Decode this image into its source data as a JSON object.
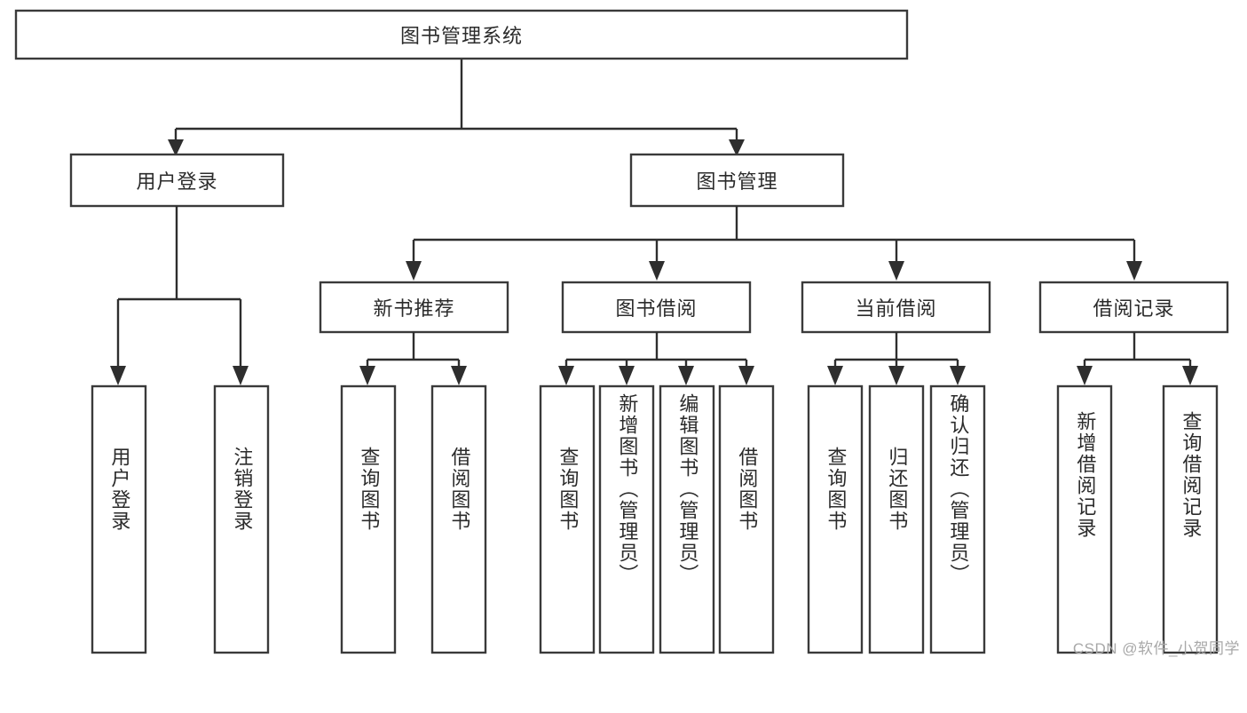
{
  "diagram": {
    "type": "tree-hierarchy",
    "orientation": "top-down",
    "root": {
      "id": "root",
      "label": "图书管理系统"
    },
    "level2": [
      {
        "id": "user-login",
        "label": "用户登录"
      },
      {
        "id": "book-management",
        "label": "图书管理"
      }
    ],
    "level3": [
      {
        "id": "new-book-recommend",
        "label": "新书推荐",
        "parent": "book-management"
      },
      {
        "id": "book-borrow",
        "label": "图书借阅",
        "parent": "book-management"
      },
      {
        "id": "current-borrow",
        "label": "当前借阅",
        "parent": "book-management"
      },
      {
        "id": "borrow-record",
        "label": "借阅记录",
        "parent": "book-management"
      }
    ],
    "leaves": [
      {
        "id": "leaf-user-login",
        "label": "用户登录",
        "parent": "user-login"
      },
      {
        "id": "leaf-logout",
        "label": "注销登录",
        "parent": "user-login"
      },
      {
        "id": "leaf-query-book-1",
        "label": "查询图书",
        "parent": "new-book-recommend"
      },
      {
        "id": "leaf-borrow-book-1",
        "label": "借阅图书",
        "parent": "new-book-recommend"
      },
      {
        "id": "leaf-query-book-2",
        "label": "查询图书",
        "parent": "book-borrow"
      },
      {
        "id": "leaf-add-book",
        "label": "新增图书（管理员）",
        "parent": "book-borrow"
      },
      {
        "id": "leaf-edit-book",
        "label": "编辑图书（管理员）",
        "parent": "book-borrow"
      },
      {
        "id": "leaf-borrow-book-2",
        "label": "借阅图书",
        "parent": "book-borrow"
      },
      {
        "id": "leaf-query-book-3",
        "label": "查询图书",
        "parent": "current-borrow"
      },
      {
        "id": "leaf-return-book",
        "label": "归还图书",
        "parent": "current-borrow"
      },
      {
        "id": "leaf-confirm-return",
        "label": "确认归还（管理员）",
        "parent": "current-borrow"
      },
      {
        "id": "leaf-add-record",
        "label": "新增借阅记录",
        "parent": "borrow-record"
      },
      {
        "id": "leaf-query-record",
        "label": "查询借阅记录",
        "parent": "borrow-record"
      }
    ],
    "colors": {
      "background": "#ffffff",
      "box_fill": "#ffffff",
      "box_stroke": "#3a3a3a",
      "connector": "#2e2e2e",
      "text": "#2b2b2b",
      "watermark": "#a8a8a8"
    }
  },
  "watermark": {
    "text": "CSDN @软件_小贺同学"
  }
}
